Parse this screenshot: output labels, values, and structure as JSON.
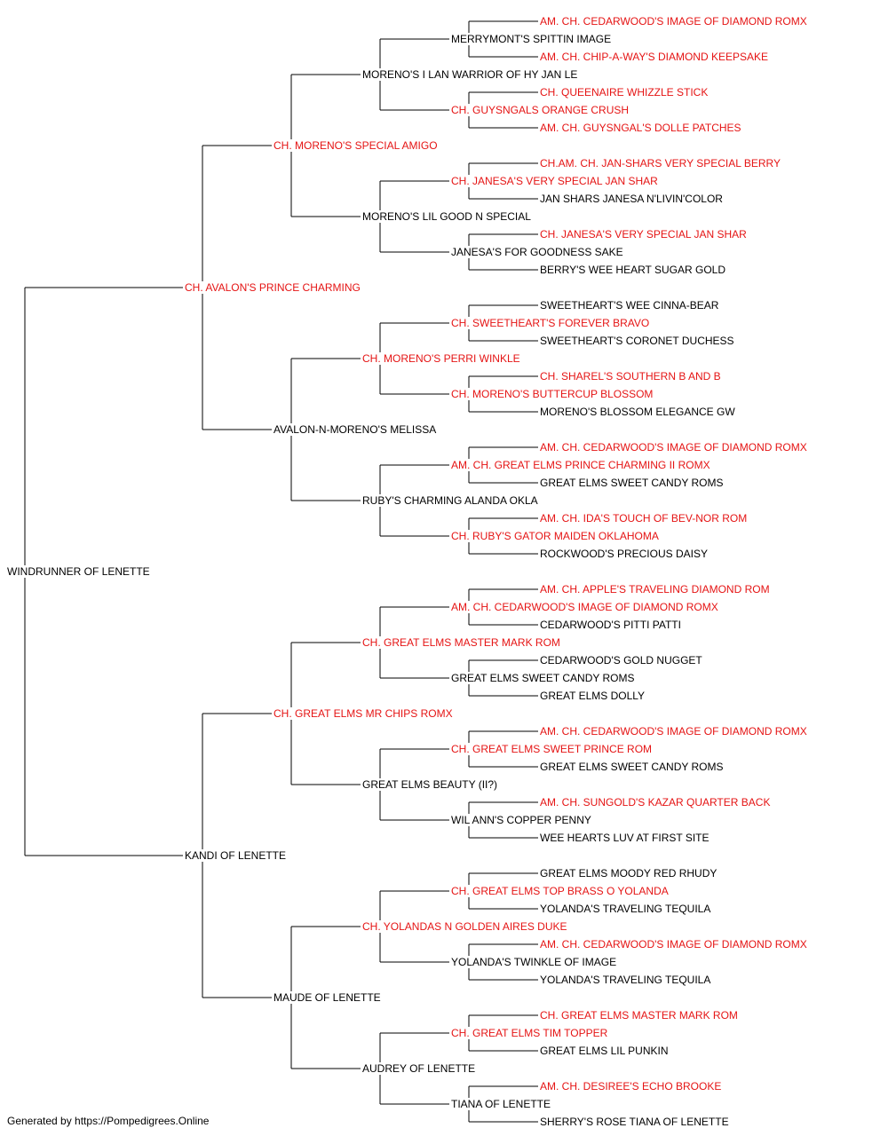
{
  "colors": {
    "champion": "#e51414",
    "default": "#000000",
    "line": "#000000"
  },
  "pedigree": {
    "name": "WINDRUNNER OF LENETTE",
    "sire": {
      "name": "CH. AVALON'S PRINCE CHARMING",
      "sire": {
        "name": "CH. MORENO'S SPECIAL AMIGO",
        "sire": {
          "name": "MORENO'S I LAN WARRIOR OF HY JAN LE",
          "sire": {
            "name": "MERRYMONT'S SPITTIN IMAGE",
            "sire": {
              "name": "AM. CH. CEDARWOOD'S IMAGE OF DIAMOND ROMX"
            },
            "dam": {
              "name": "AM. CH. CHIP-A-WAY'S DIAMOND KEEPSAKE"
            }
          },
          "dam": {
            "name": "CH. GUYSNGALS ORANGE CRUSH",
            "sire": {
              "name": "CH. QUEENAIRE WHIZZLE STICK"
            },
            "dam": {
              "name": "AM. CH. GUYSNGAL'S DOLLE PATCHES"
            }
          }
        },
        "dam": {
          "name": "MORENO'S LIL GOOD N SPECIAL",
          "sire": {
            "name": "CH. JANESA'S VERY SPECIAL JAN SHAR",
            "sire": {
              "name": "CH.AM. CH. JAN-SHARS VERY SPECIAL BERRY"
            },
            "dam": {
              "name": "JAN SHARS JANESA N'LIVIN'COLOR"
            }
          },
          "dam": {
            "name": "JANESA'S FOR GOODNESS SAKE",
            "sire": {
              "name": "CH. JANESA'S VERY SPECIAL JAN SHAR"
            },
            "dam": {
              "name": "BERRY'S WEE HEART SUGAR GOLD"
            }
          }
        }
      },
      "dam": {
        "name": "AVALON-N-MORENO'S MELISSA",
        "sire": {
          "name": "CH. MORENO'S PERRI WINKLE",
          "sire": {
            "name": "CH. SWEETHEART'S FOREVER BRAVO",
            "sire": {
              "name": "SWEETHEART'S WEE CINNA-BEAR"
            },
            "dam": {
              "name": "SWEETHEART'S CORONET DUCHESS"
            }
          },
          "dam": {
            "name": "CH. MORENO'S BUTTERCUP BLOSSOM",
            "sire": {
              "name": "CH. SHAREL'S SOUTHERN B AND B"
            },
            "dam": {
              "name": "MORENO'S BLOSSOM ELEGANCE GW"
            }
          }
        },
        "dam": {
          "name": "RUBY'S CHARMING ALANDA OKLA",
          "sire": {
            "name": "AM. CH. GREAT ELMS PRINCE CHARMING II ROMX",
            "sire": {
              "name": "AM. CH. CEDARWOOD'S IMAGE OF DIAMOND ROMX"
            },
            "dam": {
              "name": "GREAT ELMS SWEET CANDY ROMS"
            }
          },
          "dam": {
            "name": "CH. RUBY'S GATOR MAIDEN OKLAHOMA",
            "sire": {
              "name": "AM. CH. IDA'S TOUCH OF BEV-NOR ROM"
            },
            "dam": {
              "name": "ROCKWOOD'S PRECIOUS DAISY"
            }
          }
        }
      }
    },
    "dam": {
      "name": "KANDI OF LENETTE",
      "sire": {
        "name": "CH. GREAT ELMS MR CHIPS ROMX",
        "sire": {
          "name": "CH. GREAT ELMS MASTER MARK ROM",
          "sire": {
            "name": "AM. CH. CEDARWOOD'S IMAGE OF DIAMOND ROMX",
            "sire": {
              "name": "AM. CH. APPLE'S TRAVELING DIAMOND ROM"
            },
            "dam": {
              "name": "CEDARWOOD'S PITTI PATTI"
            }
          },
          "dam": {
            "name": "GREAT ELMS SWEET CANDY ROMS",
            "sire": {
              "name": "CEDARWOOD'S GOLD NUGGET"
            },
            "dam": {
              "name": "GREAT ELMS DOLLY"
            }
          }
        },
        "dam": {
          "name": "GREAT ELMS BEAUTY (II?)",
          "sire": {
            "name": "CH. GREAT ELMS SWEET PRINCE ROM",
            "sire": {
              "name": "AM. CH. CEDARWOOD'S IMAGE OF DIAMOND ROMX"
            },
            "dam": {
              "name": "GREAT ELMS SWEET CANDY ROMS"
            }
          },
          "dam": {
            "name": "WIL ANN'S COPPER PENNY",
            "sire": {
              "name": "AM. CH. SUNGOLD'S KAZAR QUARTER BACK"
            },
            "dam": {
              "name": "WEE HEARTS LUV AT FIRST SITE"
            }
          }
        }
      },
      "dam": {
        "name": "MAUDE OF LENETTE",
        "sire": {
          "name": "CH. YOLANDAS N GOLDEN AIRES DUKE",
          "sire": {
            "name": "CH. GREAT ELMS TOP BRASS O YOLANDA",
            "sire": {
              "name": "GREAT ELMS MOODY RED RHUDY"
            },
            "dam": {
              "name": "YOLANDA'S TRAVELING TEQUILA"
            }
          },
          "dam": {
            "name": "YOLANDA'S TWINKLE OF IMAGE",
            "sire": {
              "name": "AM. CH. CEDARWOOD'S IMAGE OF DIAMOND ROMX"
            },
            "dam": {
              "name": "YOLANDA'S TRAVELING TEQUILA"
            }
          }
        },
        "dam": {
          "name": "AUDREY OF LENETTE",
          "sire": {
            "name": "CH. GREAT ELMS TIM TOPPER",
            "sire": {
              "name": "CH. GREAT ELMS MASTER MARK ROM"
            },
            "dam": {
              "name": "GREAT ELMS LIL PUNKIN"
            }
          },
          "dam": {
            "name": "TIANA OF LENETTE",
            "sire": {
              "name": "AM. CH. DESIREE'S ECHO BROOKE"
            },
            "dam": {
              "name": "SHERRY'S ROSE TIANA OF LENETTE"
            }
          }
        }
      }
    }
  },
  "footer": "Generated by https://Pompedigrees.Online"
}
